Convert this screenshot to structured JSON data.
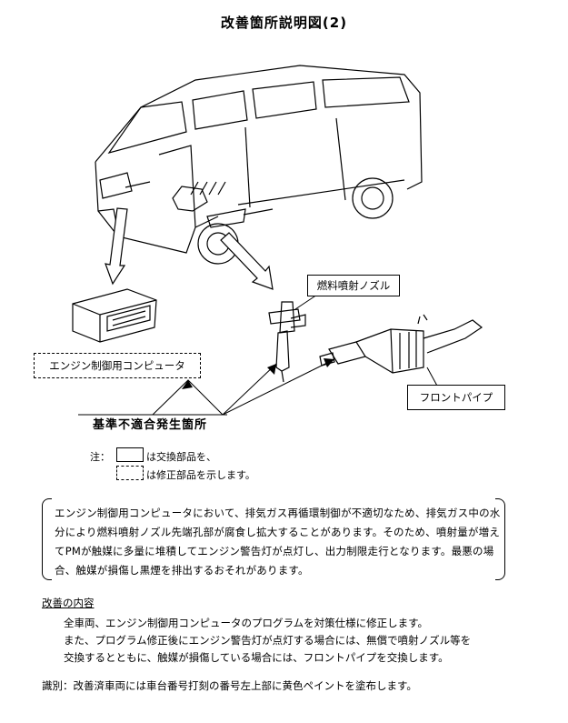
{
  "title": "改善箇所説明図(2)",
  "labels": {
    "nozzle": "燃料噴射ノズル",
    "ecu": "エンジン制御用コンピュータ",
    "pipe": "フロントパイプ",
    "site": "基準不適合発生箇所"
  },
  "legend": {
    "prefix": "注：",
    "replace": "は交換部品を、",
    "modify": "は修正部品を示します。"
  },
  "description": "エンジン制御用コンピュータにおいて、排気ガス再循環制御が不適切なため、排気ガス中の水分により燃料噴射ノズル先端孔部が腐食し拡大することがあります。そのため、噴射量が増えてPMが触媒に多量に堆積してエンジン警告灯が点灯し、出力制限走行となります。最悪の場合、触媒が損傷し黒煙を排出するおそれがあります。",
  "improvement": {
    "heading": "改善の内容",
    "lines": [
      "全車両、エンジン制御用コンピュータのプログラムを対策仕様に修正します。",
      "また、プログラム修正後にエンジン警告灯が点灯する場合には、無償で噴射ノズル等を",
      "交換するとともに、触媒が損傷している場合には、フロントパイプを交換します。"
    ]
  },
  "identification": "識別：改善済車両には車台番号打刻の番号左上部に黄色ペイントを塗布します。",
  "icons": [
    "van-illustration",
    "ecu-illustration",
    "injector-illustration",
    "front-pipe-illustration",
    "callout-arrow-icon"
  ]
}
